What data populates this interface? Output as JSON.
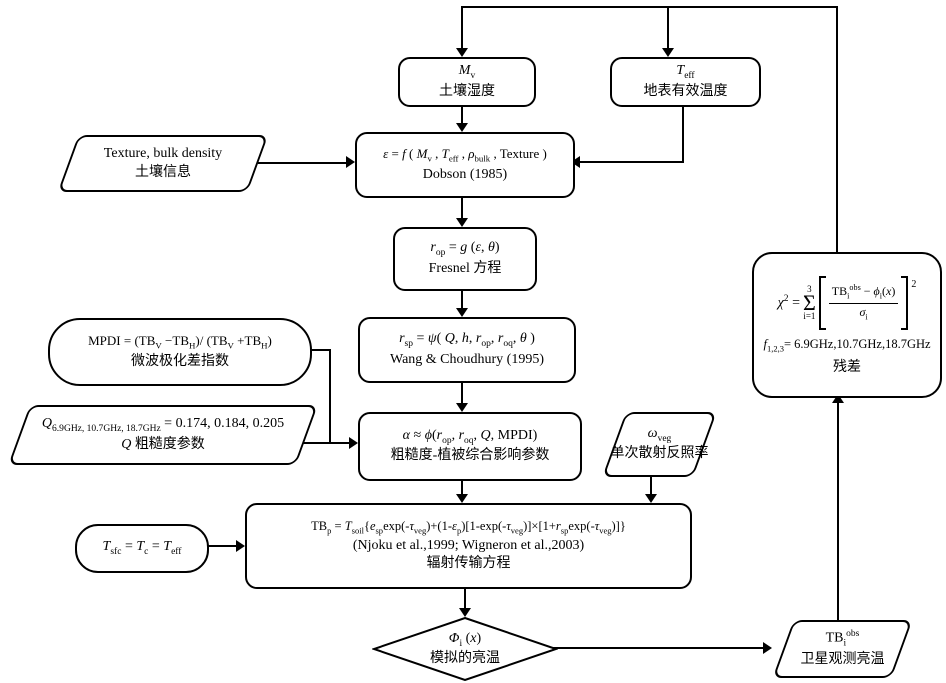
{
  "colors": {
    "line": "#000000",
    "background": "#ffffff",
    "text": "#000000"
  },
  "nodes": {
    "mv": {
      "formula": "<i>M</i><sub>v</sub>",
      "label": "土壤湿度"
    },
    "teff": {
      "formula": "<i>T</i><sub>eff</sub>",
      "label": "地表有效温度"
    },
    "texture": {
      "formula": "Texture, bulk density",
      "label": "土壤信息"
    },
    "dobson": {
      "formula": "<i>ε</i> = <i>f</i> ( <i>M</i><sub>v</sub> , <i>T</i><sub>eff</sub> , <i>ρ</i><sub>bulk</sub> , Texture )",
      "ref": "Dobson (1985)"
    },
    "fresnel": {
      "formula": "<i>r</i><sub>op</sub> = <i>g</i> (<i>ε</i>, <i>θ</i>)",
      "label": "Fresnel 方程"
    },
    "wang": {
      "formula": "<i>r</i><sub>sp</sub> = <i>ψ</i>( <i>Q</i>, <i>h</i>, <i>r</i><sub>op</sub>, <i>r</i><sub>oq</sub>, <i>θ</i> )",
      "ref": "Wang &amp; Choudhury (1995)"
    },
    "mpdi": {
      "formula": "MPDI = (TB<sub>V</sub> −TB<sub>H</sub>)/ (TB<sub>V</sub> +TB<sub>H</sub>)",
      "label": "微波极化差指数"
    },
    "q": {
      "formula": "<i>Q</i><sub>6.9GHz, 10.7GHz, 18.7GHz</sub> = 0.174, 0.184, 0.205",
      "label": "<i>Q</i> 粗糙度参数"
    },
    "alpha": {
      "formula": "<i>α</i> ≈ <i>ϕ</i>(<i>r</i><sub>op</sub>, <i>r</i><sub>oq</sub>, <i>Q</i>, MPDI)",
      "label": "粗糙度-植被综合影响参数"
    },
    "omega": {
      "formula": "<i>ω</i><sub>veg</sub>",
      "label": "单次散射反照率"
    },
    "rte": {
      "formula": "TB<sub>p</sub> = <i>T</i><sub>soil</sub>{<i>e</i><sub>sp</sub>exp(-<i>τ</i><sub>veg</sub>)+(1-<i>ε</i><sub>p</sub>)[1-exp(-<i>τ</i><sub>veg</sub>)]×[1+<i>r</i><sub>sp</sub>exp(-<i>τ</i><sub>veg</sub>)]}",
      "ref": "(Njoku et al.,1999; Wigneron et al.,2003)",
      "label": "辐射传输方程"
    },
    "tsfc": {
      "formula": "<i>T</i><sub>sfc</sub> = <i>T</i><sub>c</sub> = <i>T</i><sub>eff</sub>"
    },
    "phi": {
      "formula": "<i>Φ</i><sub>i</sub> (<i>x</i>)",
      "label": "模拟的亮温"
    },
    "tbobs": {
      "formula": "TB<sub>i</sub><sup>obs</sup>",
      "label": "卫星观测亮温"
    },
    "chi": {
      "lhs": "<i>χ</i><sup>2</sup> =",
      "sigma": "Σ",
      "sum_top": "3",
      "sum_bottom": "i=1",
      "numerator": "TB<sub>i</sub><sup>obs</sup> − <i>ϕ</i><sub>i</sub>(<i>x</i>)",
      "denominator": "<i>σ</i><sub>i</sub>",
      "power": "2",
      "freq": "<i>f</i><sub>1,2,3</sub>= 6.9GHz,10.7GHz,18.7GHz",
      "label": "残差"
    }
  }
}
